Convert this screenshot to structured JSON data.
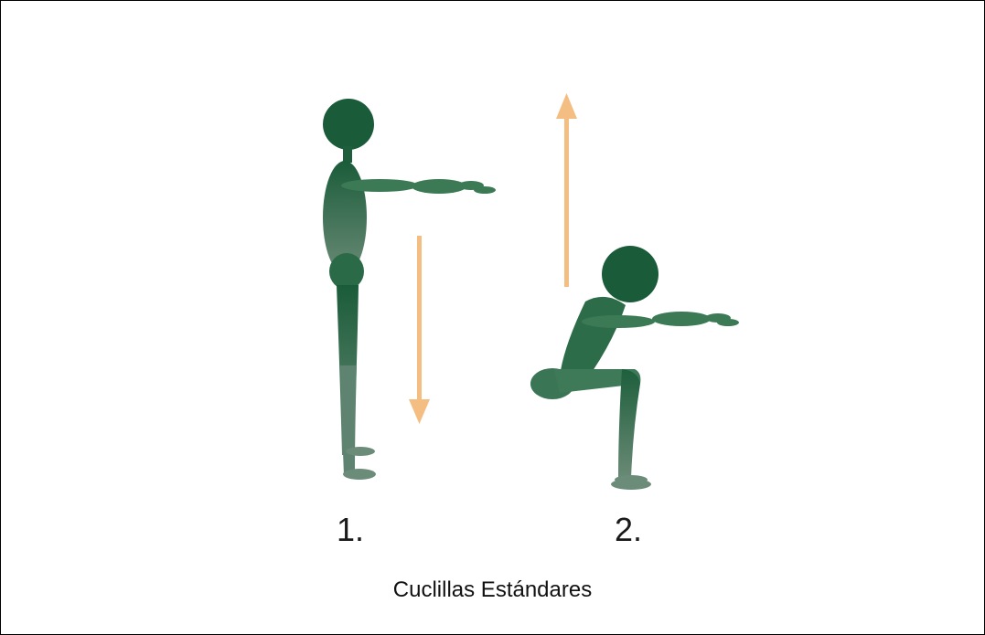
{
  "figure": {
    "steps": [
      {
        "label": "1."
      },
      {
        "label": "2."
      }
    ],
    "caption": "Cuclillas Estándares"
  },
  "colors": {
    "figure_dark": "#1a5c3a",
    "figure_light": "#6a8f78",
    "arrow": "#f4bd82"
  },
  "icons": {
    "standing": "standing-person-icon",
    "squatting": "squatting-person-icon",
    "down": "arrow-down-icon",
    "up": "arrow-up-icon"
  }
}
